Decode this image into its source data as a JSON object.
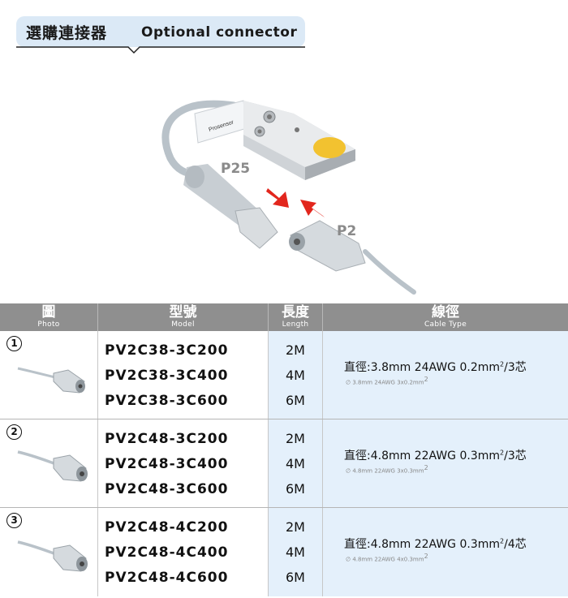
{
  "title": {
    "zh": "選購連接器",
    "en": "Optional connector"
  },
  "illustration": {
    "label_p25": "P25",
    "label_p2": "P2",
    "sensor_brand": "Prosensor"
  },
  "table": {
    "headers": [
      {
        "zh": "圖",
        "en": "Photo"
      },
      {
        "zh": "型號",
        "en": "Model"
      },
      {
        "zh": "長度",
        "en": "Length"
      },
      {
        "zh": "線徑",
        "en": "Cable Type"
      }
    ],
    "rows": [
      {
        "num": "1",
        "models": [
          "PV2C38-3C200",
          "PV2C38-3C400",
          "PV2C38-3C600"
        ],
        "lengths": [
          "2M",
          "4M",
          "6M"
        ],
        "cable_main_a": "直徑:3.8mm  24AWG  0.2mm",
        "cable_main_sup": "2",
        "cable_main_b": "/3芯",
        "cable_sub_a": "∅ 3.8mm 24AWG 3x0.2mm",
        "cable_sub_sup": "2"
      },
      {
        "num": "2",
        "models": [
          "PV2C48-3C200",
          "PV2C48-3C400",
          "PV2C48-3C600"
        ],
        "lengths": [
          "2M",
          "4M",
          "6M"
        ],
        "cable_main_a": "直徑:4.8mm  22AWG  0.3mm",
        "cable_main_sup": "2",
        "cable_main_b": "/3芯",
        "cable_sub_a": "∅ 4.8mm 22AWG 3x0.3mm",
        "cable_sub_sup": "2"
      },
      {
        "num": "3",
        "models": [
          "PV2C48-4C200",
          "PV2C48-4C400",
          "PV2C48-4C600"
        ],
        "lengths": [
          "2M",
          "4M",
          "6M"
        ],
        "cable_main_a": "直徑:4.8mm  22AWG  0.3mm",
        "cable_main_sup": "2",
        "cable_main_b": "/4芯",
        "cable_sub_a": "∅ 4.8mm 22AWG 4x0.3mm",
        "cable_sub_sup": "2"
      }
    ]
  }
}
